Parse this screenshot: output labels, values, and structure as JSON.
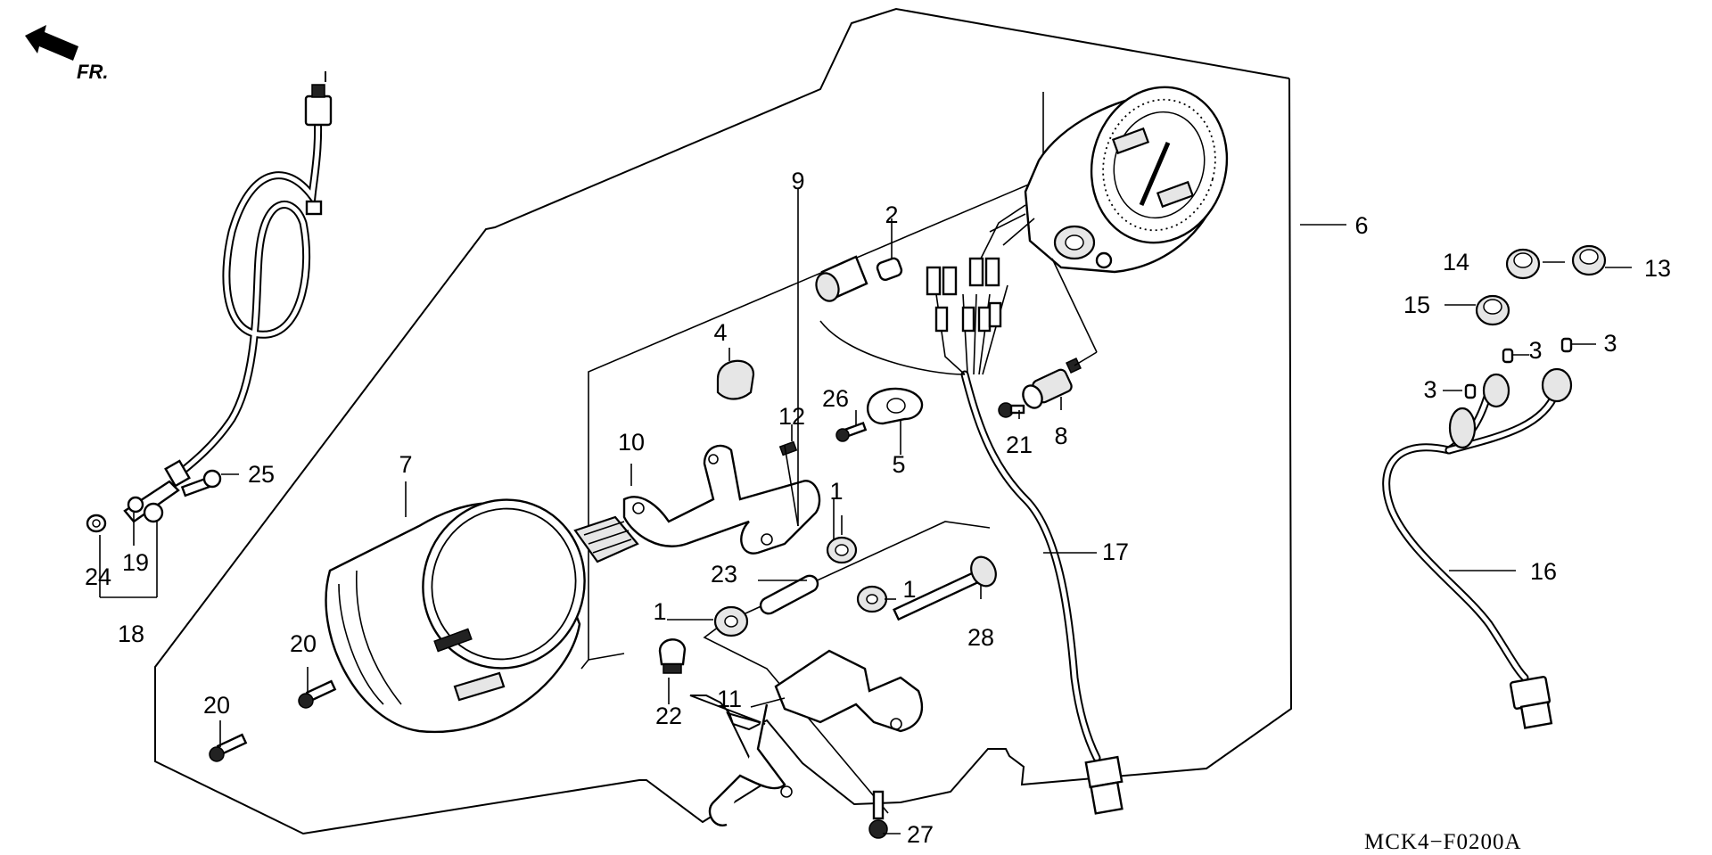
{
  "diagram": {
    "direction_label": "FR.",
    "drawing_code": "MCK4−F0200A",
    "callouts": [
      {
        "id": "c1a",
        "text": "1"
      },
      {
        "id": "c1b",
        "text": "1"
      },
      {
        "id": "c1c",
        "text": "1"
      },
      {
        "id": "c2",
        "text": "2"
      },
      {
        "id": "c3a",
        "text": "3"
      },
      {
        "id": "c3b",
        "text": "3"
      },
      {
        "id": "c3c",
        "text": "3"
      },
      {
        "id": "c4",
        "text": "4"
      },
      {
        "id": "c5",
        "text": "5"
      },
      {
        "id": "c6",
        "text": "6"
      },
      {
        "id": "c7",
        "text": "7"
      },
      {
        "id": "c8",
        "text": "8"
      },
      {
        "id": "c9",
        "text": "9"
      },
      {
        "id": "c10",
        "text": "10"
      },
      {
        "id": "c11",
        "text": "11"
      },
      {
        "id": "c12",
        "text": "12"
      },
      {
        "id": "c13",
        "text": "13"
      },
      {
        "id": "c14",
        "text": "14"
      },
      {
        "id": "c15",
        "text": "15"
      },
      {
        "id": "c16",
        "text": "16"
      },
      {
        "id": "c17",
        "text": "17"
      },
      {
        "id": "c18",
        "text": "18"
      },
      {
        "id": "c19",
        "text": "19"
      },
      {
        "id": "c20a",
        "text": "20"
      },
      {
        "id": "c20b",
        "text": "20"
      },
      {
        "id": "c21",
        "text": "21"
      },
      {
        "id": "c22",
        "text": "22"
      },
      {
        "id": "c23",
        "text": "23"
      },
      {
        "id": "c24",
        "text": "24"
      },
      {
        "id": "c25",
        "text": "25"
      },
      {
        "id": "c26",
        "text": "26"
      },
      {
        "id": "c27",
        "text": "27"
      },
      {
        "id": "c28",
        "text": "28"
      }
    ]
  }
}
